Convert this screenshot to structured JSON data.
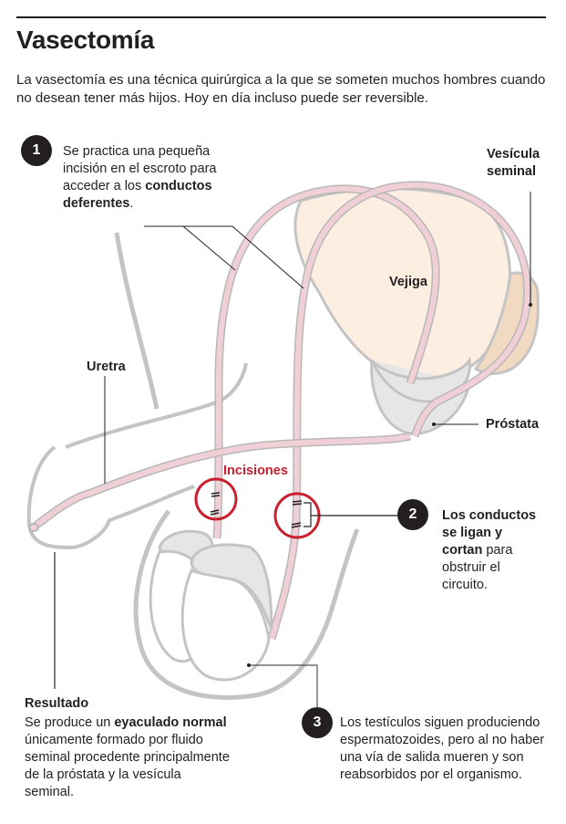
{
  "header": {
    "title": "Vasectomía",
    "intro": "La vasectomía es una técnica quirúrgica a la que se someten muchos hombres cuando no desean tener más hijos. Hoy en día incluso puede ser reversible."
  },
  "steps": [
    {
      "number": "1",
      "parts": [
        {
          "text": "Se practica una pequeña incisión en el escroto para acceder a los ",
          "bold": false
        },
        {
          "text": "conductos deferentes",
          "bold": true
        },
        {
          "text": ".",
          "bold": false
        }
      ]
    },
    {
      "number": "2",
      "parts": [
        {
          "text": "Los conductos se ligan y cortan",
          "bold": true
        },
        {
          "text": " para obstruir el circuito.",
          "bold": false
        }
      ]
    },
    {
      "number": "3",
      "parts": [
        {
          "text": "Los testículos siguen produciendo espermatozoides, pero al no haber una vía de salida mueren y son reabsorbidos por el organismo.",
          "bold": false
        }
      ]
    }
  ],
  "result": {
    "heading": "Resultado",
    "parts": [
      {
        "text": "Se produce un ",
        "bold": false
      },
      {
        "text": "eyaculado normal",
        "bold": true
      },
      {
        "text": " únicamente formado por fluido seminal procedente principalmente de la próstata y la vesícula seminal.",
        "bold": false
      }
    ]
  },
  "labels": {
    "vesicula": "Vesícula seminal",
    "vejiga": "Vejiga",
    "prostata": "Próstata",
    "uretra": "Uretra",
    "incisiones": "Incisiones"
  },
  "colors": {
    "text": "#231f20",
    "accent_red": "#c8202f",
    "duct_pink": "#f0cfd6",
    "duct_outline": "#b8b8b8",
    "bladder": "#fdeee2",
    "vesicle": "#f2d9c2",
    "organ_grey": "#e6e6e6",
    "outline_grey": "#c4c4c4"
  }
}
